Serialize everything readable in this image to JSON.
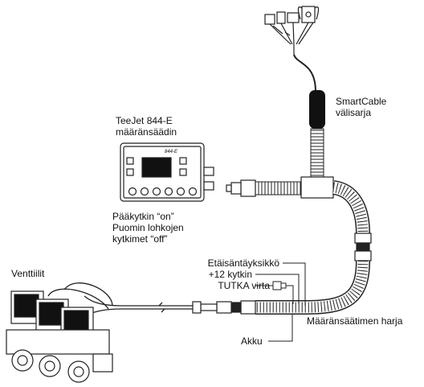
{
  "labels": {
    "smartcable": [
      "SmartCable",
      "välisarja"
    ],
    "console": [
      "TeeJet 844-E",
      "määränsäädin"
    ],
    "switches": [
      "Pääkytkin “on”",
      "Puomin lohkojen",
      "kytkimet “off”"
    ],
    "valves": "Venttiilit",
    "remote": "Etäisäntäyksikkö",
    "ignition": "+12 kytkin",
    "radar": "TUTKA virta",
    "harness": "Määränsäätimen harja",
    "battery": "Akku"
  },
  "console_logo": "844-E"
}
